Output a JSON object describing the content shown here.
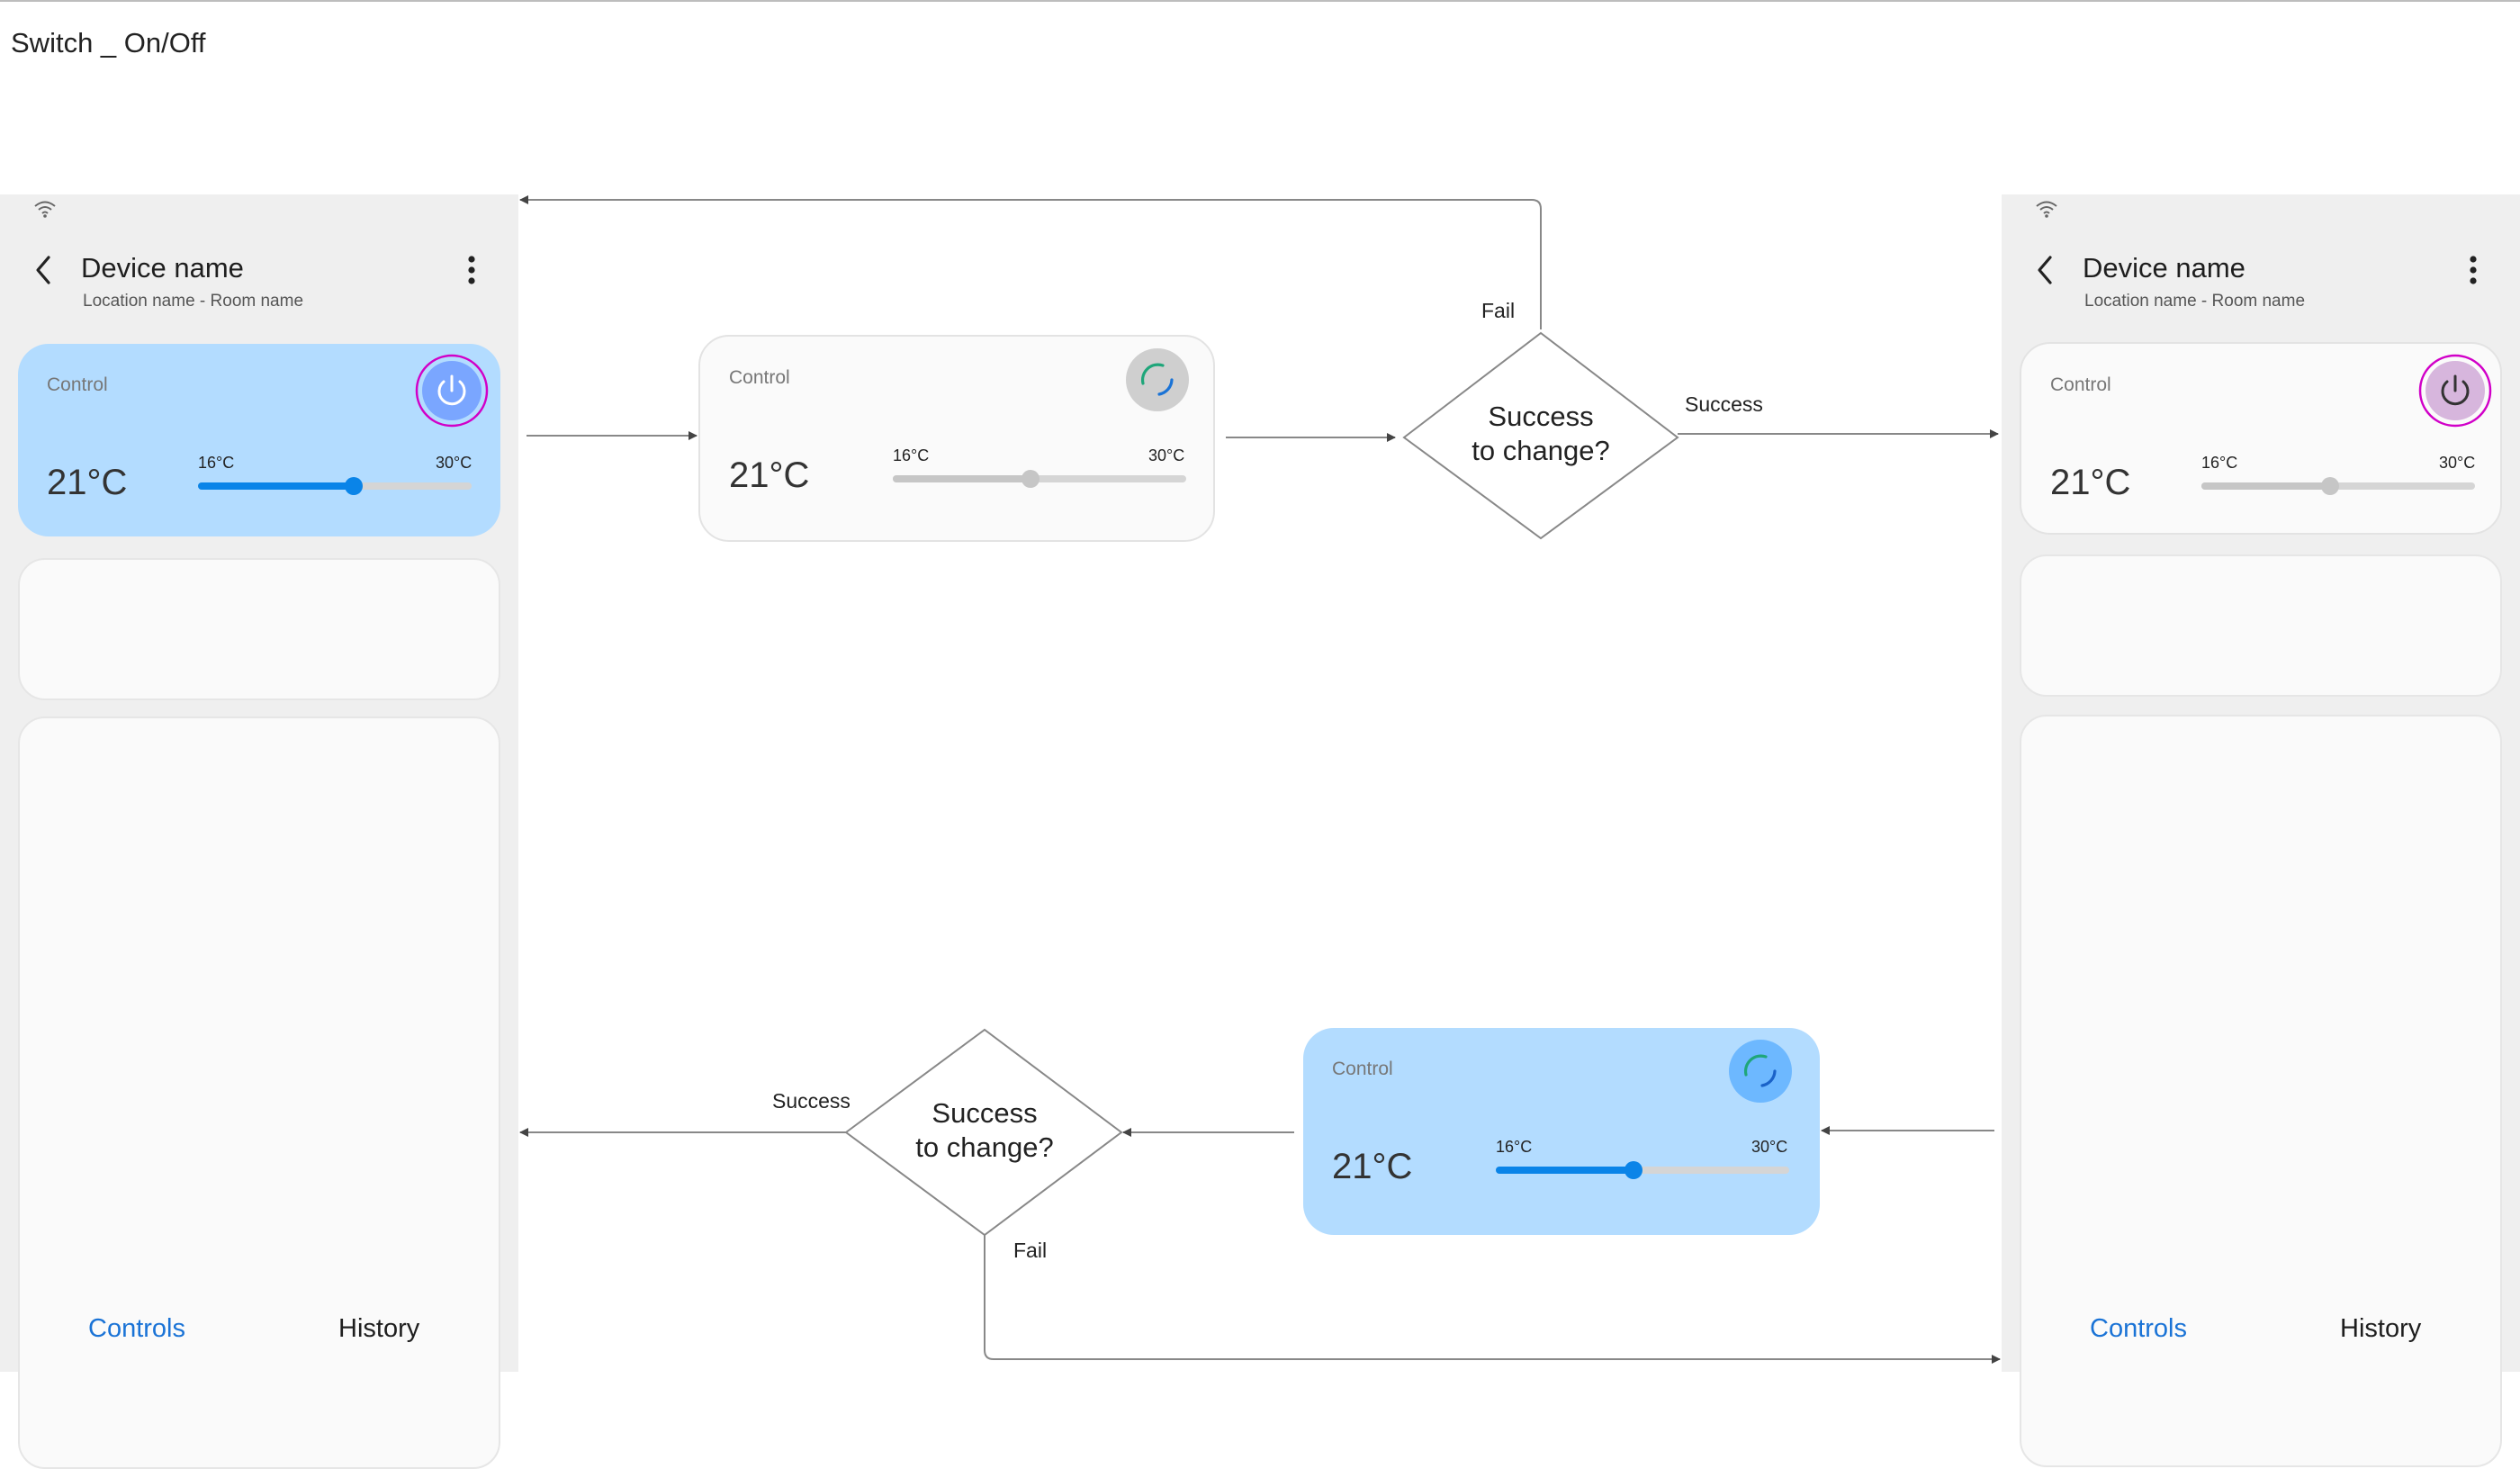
{
  "page_title": "Switch _ On/Off",
  "device": {
    "name": "Device name",
    "location": "Location name - Room name"
  },
  "tabs": {
    "controls": "Controls",
    "history": "History"
  },
  "control_card": {
    "label": "Control",
    "temperature": "21°C",
    "slider_min": "16°C",
    "slider_max": "30°C"
  },
  "decision": {
    "question_line1": "Success",
    "question_line2": "to change?",
    "success": "Success",
    "fail": "Fail"
  },
  "states": {
    "left_phone": {
      "power": "on",
      "slider_level": 0.57
    },
    "top_mid": {
      "power": "loading",
      "slider_level": 0.47
    },
    "right_phone": {
      "power": "off",
      "slider_level": 0.47
    },
    "bottom_mid": {
      "power": "loading",
      "slider_level": 0.47
    }
  },
  "colors": {
    "active_card": "#b3dcff",
    "accent_blue": "#1a73d6",
    "slider_blue": "#0a84e8",
    "highlight_ring": "#d100c8"
  },
  "icons": [
    "wifi-icon",
    "back-arrow-icon",
    "more-vert-icon",
    "power-icon",
    "loading-spinner-icon",
    "arrow-head-icon"
  ]
}
